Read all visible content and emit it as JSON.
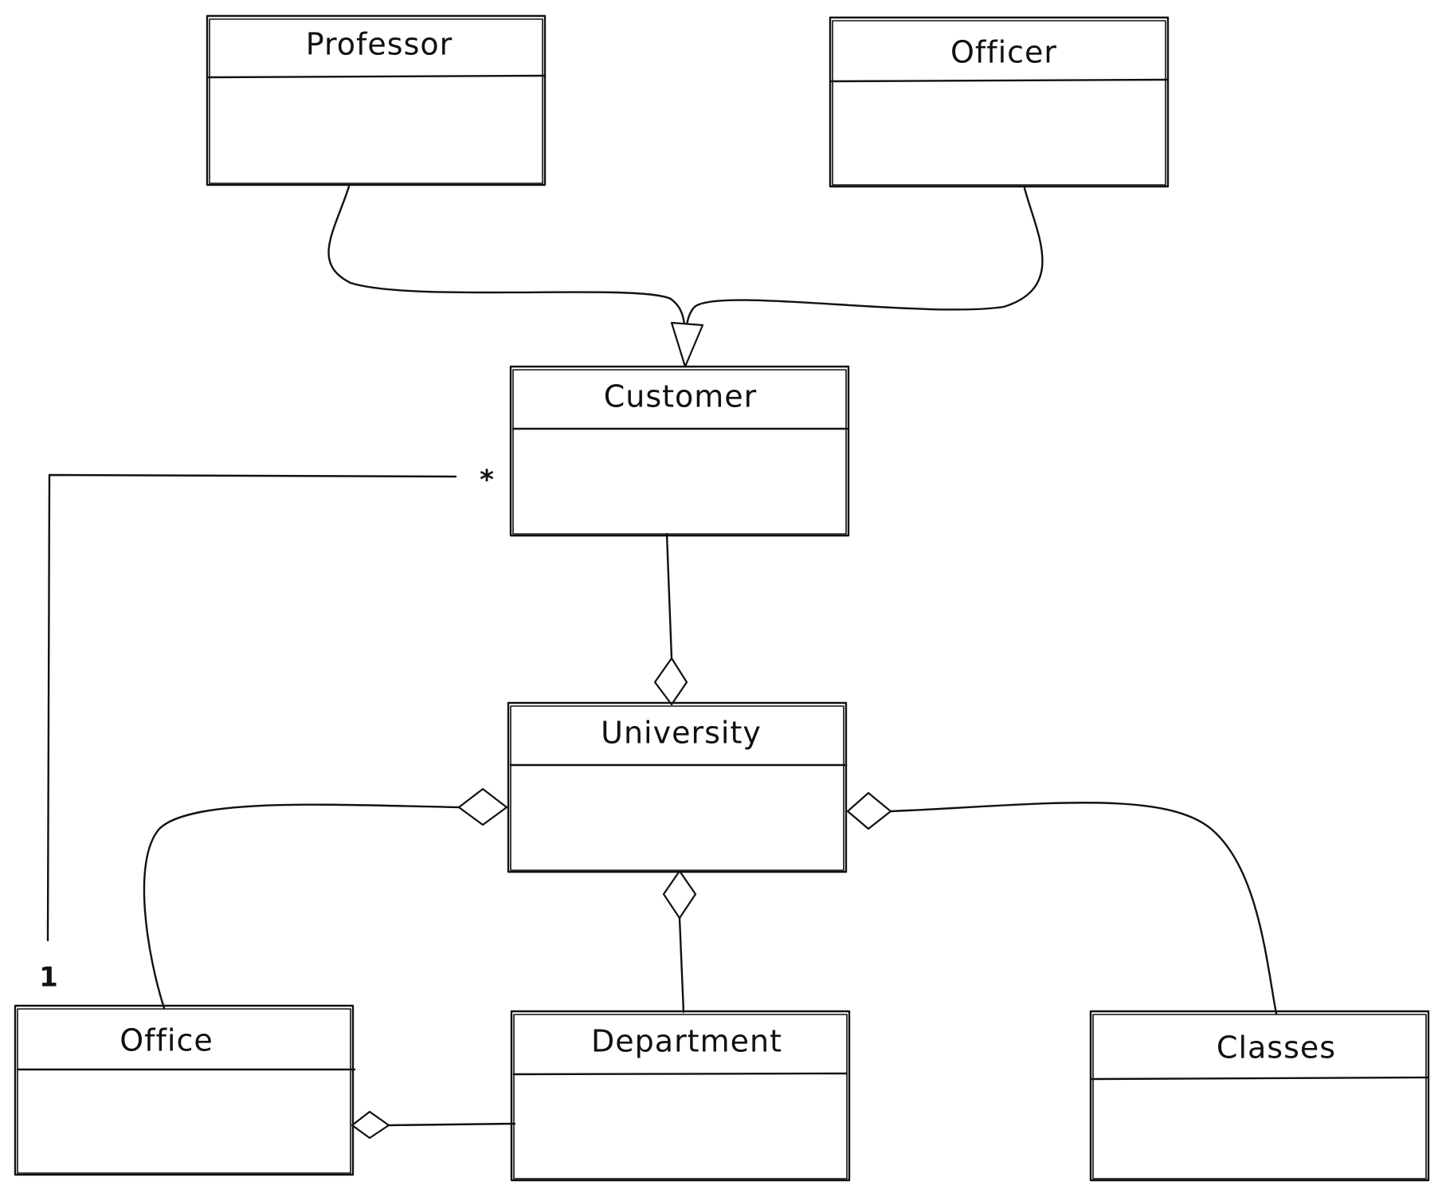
{
  "classes": {
    "professor": "Professor",
    "officer": "Officer",
    "customer": "Customer",
    "university": "University",
    "office": "Office",
    "department": "Department",
    "classes": "Classes"
  },
  "multiplicities": {
    "customer_end": "*",
    "office_end": "1"
  }
}
